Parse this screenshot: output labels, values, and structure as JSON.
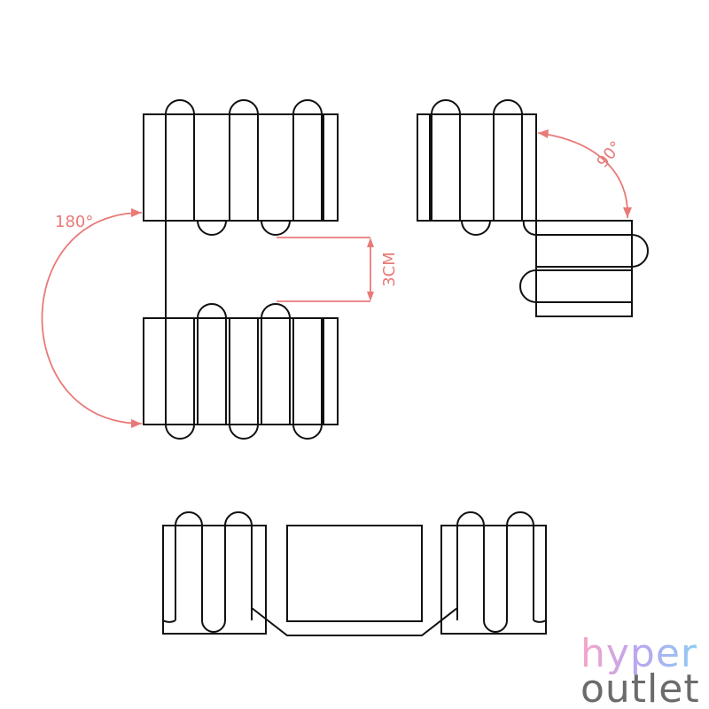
{
  "annotations": {
    "angle_180": "180°",
    "angle_90": "90°",
    "gap_3cm": "3CM"
  },
  "brand": {
    "line1": "hyper",
    "line2": "outlet"
  },
  "colors": {
    "line": "#111111",
    "annotation": "#e87a78",
    "logo_gradient": [
      "#f7a6c8",
      "#b9a6f0",
      "#8ecdf2"
    ],
    "logo_outlet": "#6b6b6b"
  }
}
